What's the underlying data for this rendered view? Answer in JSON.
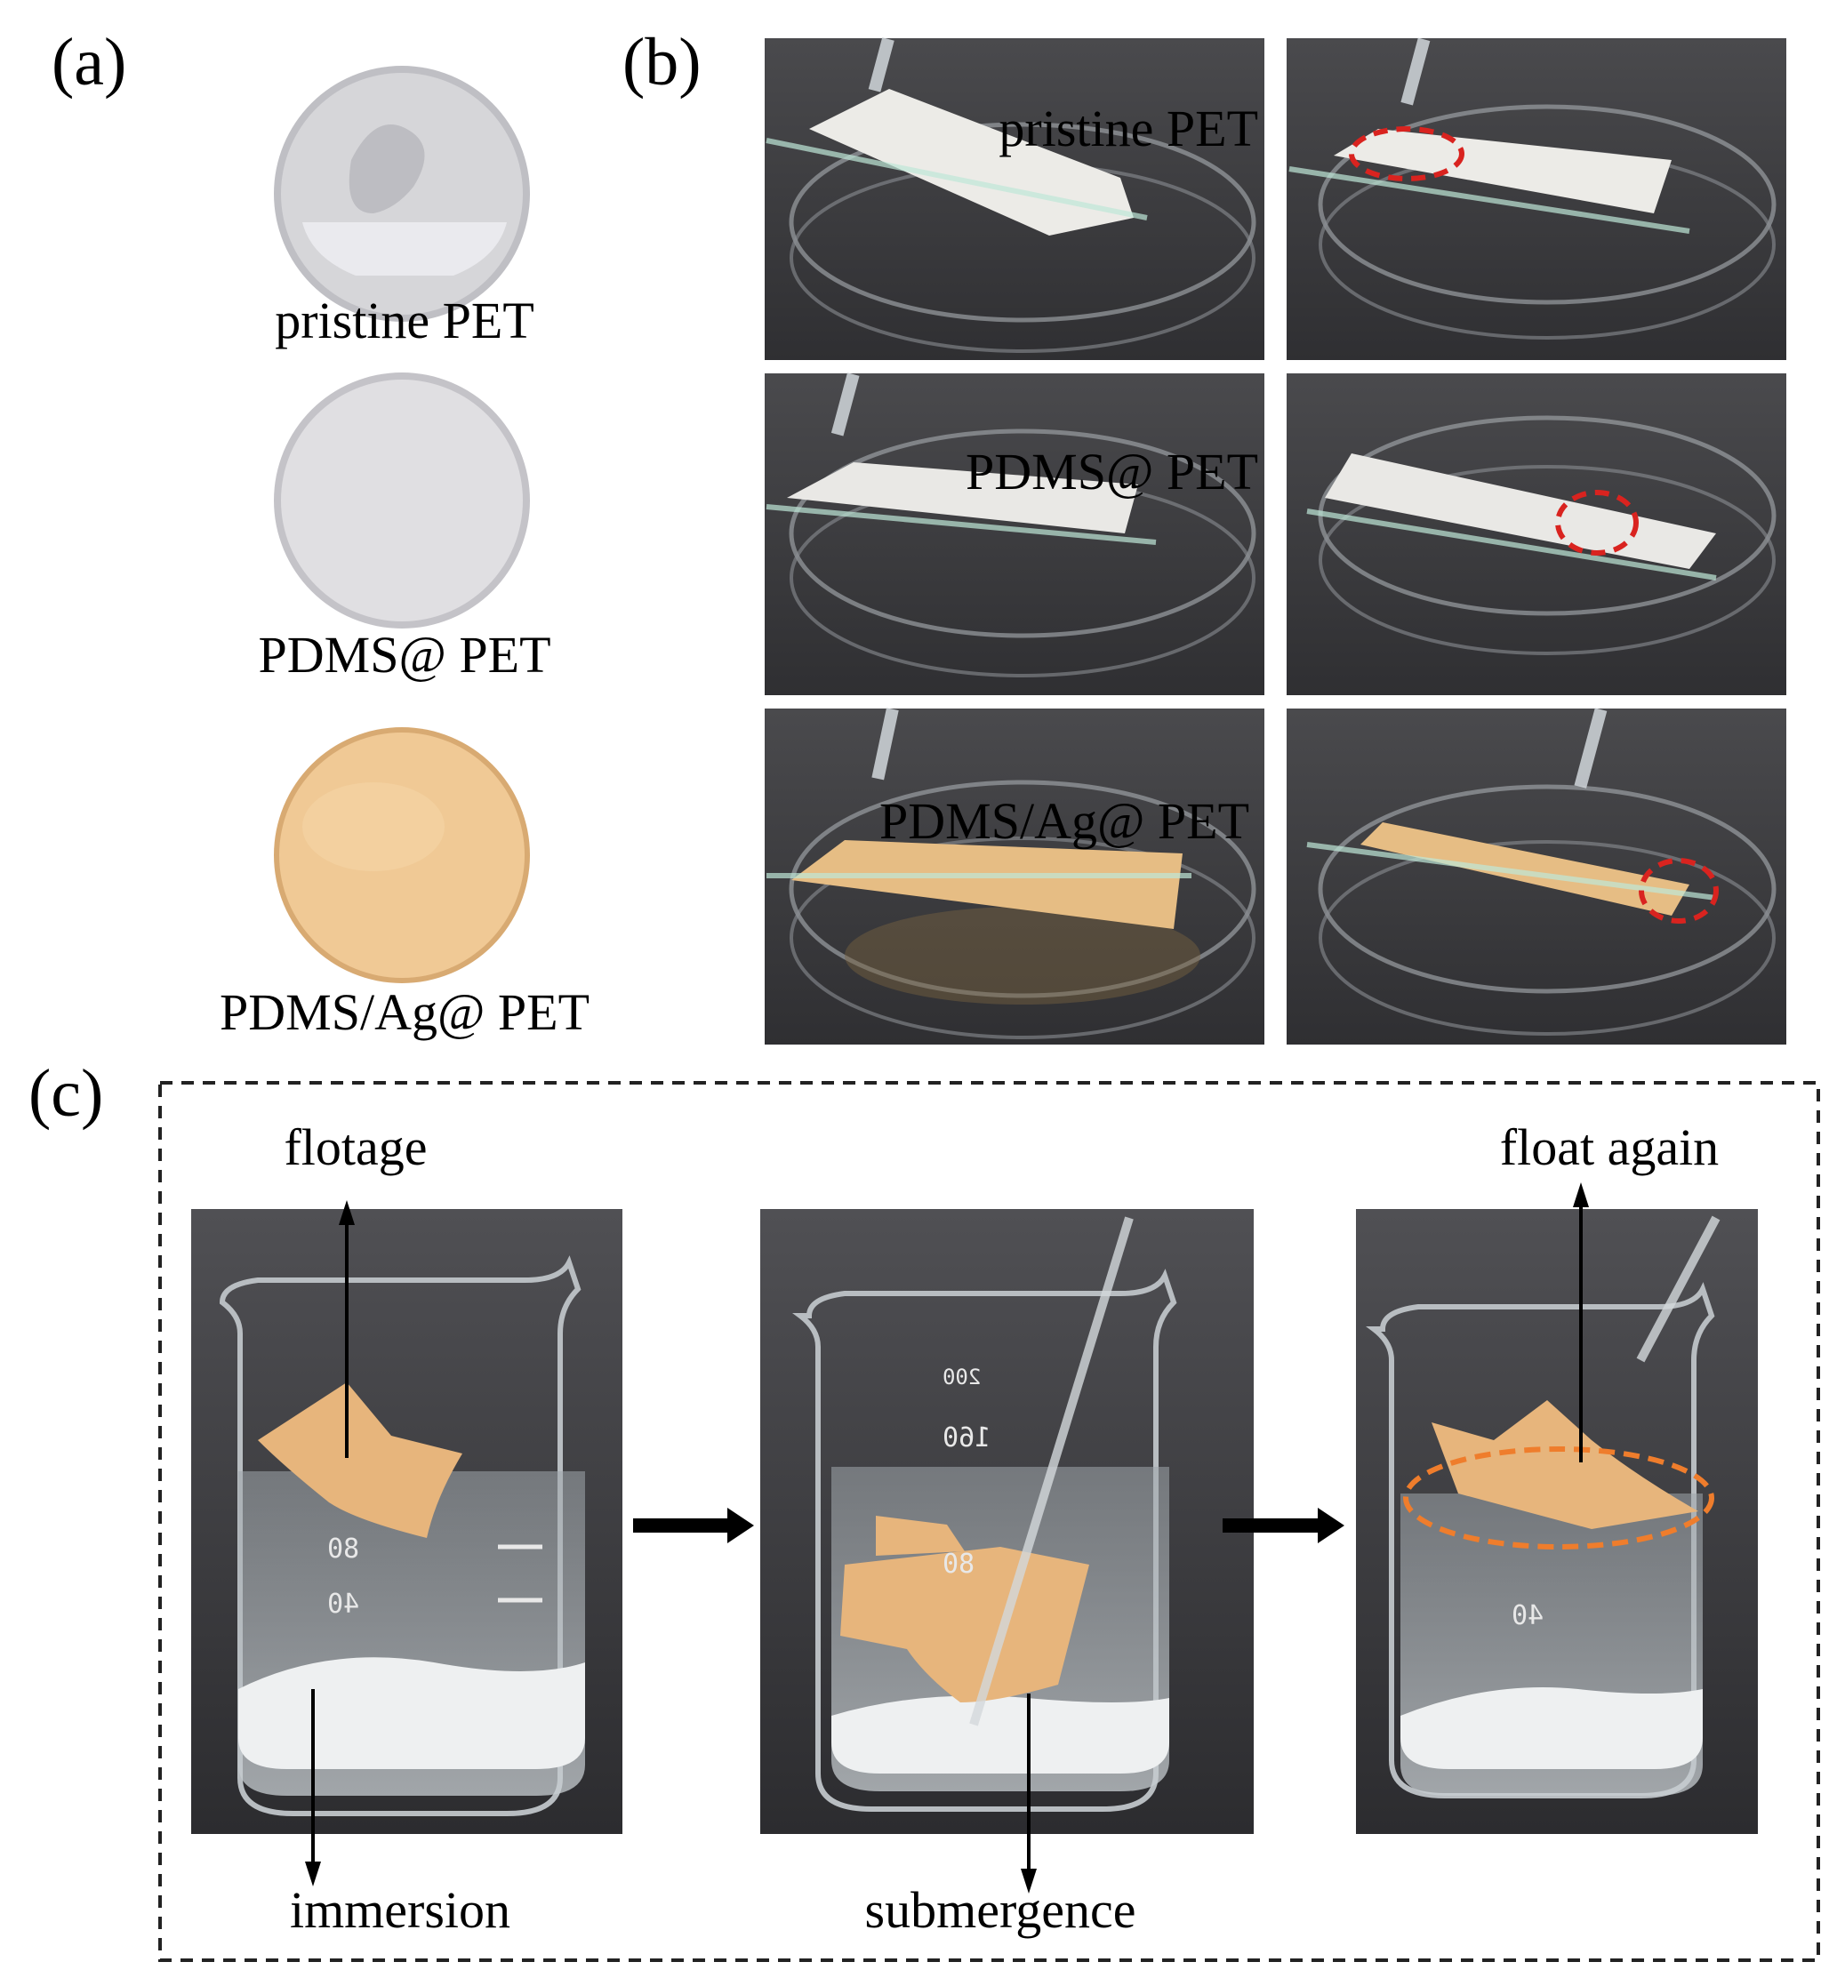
{
  "panel_a": {
    "label": "(a)",
    "samples": [
      {
        "caption": "pristine PET",
        "disc_color": "#d6d6d9",
        "rim_color": "#bdbdc2"
      },
      {
        "caption": "PDMS@ PET",
        "disc_color": "#dedde0",
        "rim_color": "#c4c3c8"
      },
      {
        "caption": "PDMS/Ag@ PET",
        "disc_color": "#f0c995",
        "rim_color": "#d8aa72"
      }
    ]
  },
  "panel_b": {
    "label": "(b)",
    "rows": [
      {
        "caption": "pristine PET",
        "strip_color": "#ecebe7"
      },
      {
        "caption": "PDMS@ PET",
        "strip_color": "#e9e8e5"
      },
      {
        "caption": "PDMS/Ag@ PET",
        "strip_color": "#e6bd84"
      }
    ]
  },
  "panel_c": {
    "label": "(c)",
    "steps": [
      {
        "top_label": "flotage",
        "bottom_label": "immersion"
      },
      {
        "top_label": "",
        "bottom_label": "submergence"
      },
      {
        "top_label": "float again",
        "bottom_label": ""
      }
    ],
    "beaker_marks": [
      "200",
      "160",
      "80",
      "40"
    ]
  },
  "colors": {
    "background": "#ffffff",
    "photo_background": "#3a3a3d",
    "highlight_red": "#d9231f",
    "highlight_orange": "#ef7d2c",
    "fabric_tan": "#e7b57c"
  }
}
